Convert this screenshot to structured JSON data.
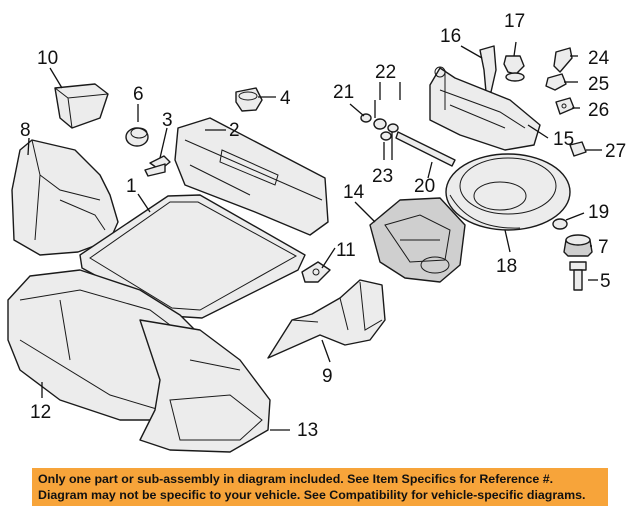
{
  "callouts": [
    "1",
    "2",
    "3",
    "4",
    "5",
    "6",
    "7",
    "8",
    "9",
    "10",
    "11",
    "12",
    "13",
    "14",
    "15",
    "16",
    "17",
    "18",
    "19",
    "20",
    "21",
    "22",
    "23",
    "24",
    "25",
    "26",
    "27"
  ],
  "colors": {
    "banner": "#f7a43a",
    "line": "#1a1a1a",
    "fill": "#ececec"
  },
  "banner": {
    "line1": "Only one part or sub-assembly in diagram included. See Item Specifics for Reference #.",
    "line2": "Diagram may not be specific to your vehicle. See Compatibility for vehicle-specific diagrams."
  }
}
